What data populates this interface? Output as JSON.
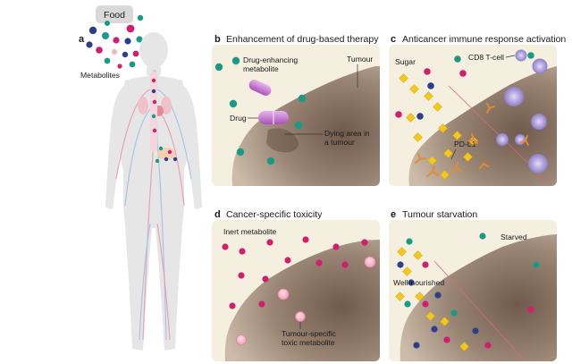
{
  "colors": {
    "teal": "#1a9a86",
    "magenta": "#cf1f6e",
    "navy": "#2b3f8c",
    "yellow": "#f2c81d",
    "pink_light": "#f4b5c2",
    "cell_purple": "#b9aee0",
    "tumour_dark": "#8a7260",
    "tumour_light": "#eadfcc",
    "antibody": "#e08a3a",
    "drug": "#c87ad4",
    "food_bg": "#d9d9d9"
  },
  "panel_a": {
    "letter": "a",
    "food": "Food",
    "metabolites": "Metabolites"
  },
  "panel_b": {
    "letter": "b",
    "title": "Enhancement of drug-based therapy",
    "drug_enhancing": [
      "Drug-enhancing",
      "metabolite"
    ],
    "tumour": "Tumour",
    "drug": "Drug",
    "dying_area": [
      "Dying area in",
      "a tumour"
    ]
  },
  "panel_c": {
    "letter": "c",
    "title": "Anticancer immune response activation",
    "sugar": "Sugar",
    "cd8": "CD8 T-cell",
    "pdl1": "PD-L1"
  },
  "panel_d": {
    "letter": "d",
    "title": "Cancer-specific toxicity",
    "inert": "Inert metabolite",
    "toxic": [
      "Tumour-specific",
      "toxic metabolite"
    ]
  },
  "panel_e": {
    "letter": "e",
    "title": "Tumour starvation",
    "starved": "Starved",
    "well_nourished": "Well-nourished"
  }
}
